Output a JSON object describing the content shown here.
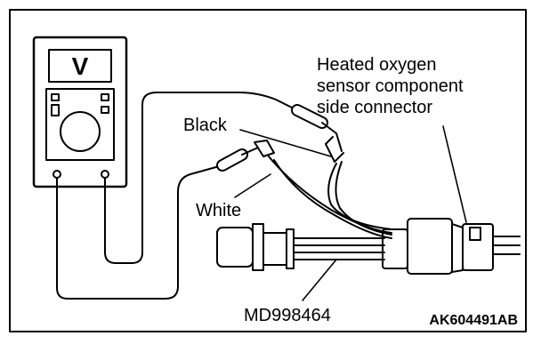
{
  "diagram": {
    "labels": {
      "connector_line1": "Heated oxygen",
      "connector_line2": "sensor component",
      "connector_line3": "side connector",
      "black": "Black",
      "white": "White",
      "tool": "MD998464",
      "figure_code": "AK604491AB"
    },
    "meter": {
      "display_symbol": "V"
    },
    "colors": {
      "line": "#000000",
      "background": "#ffffff"
    }
  }
}
